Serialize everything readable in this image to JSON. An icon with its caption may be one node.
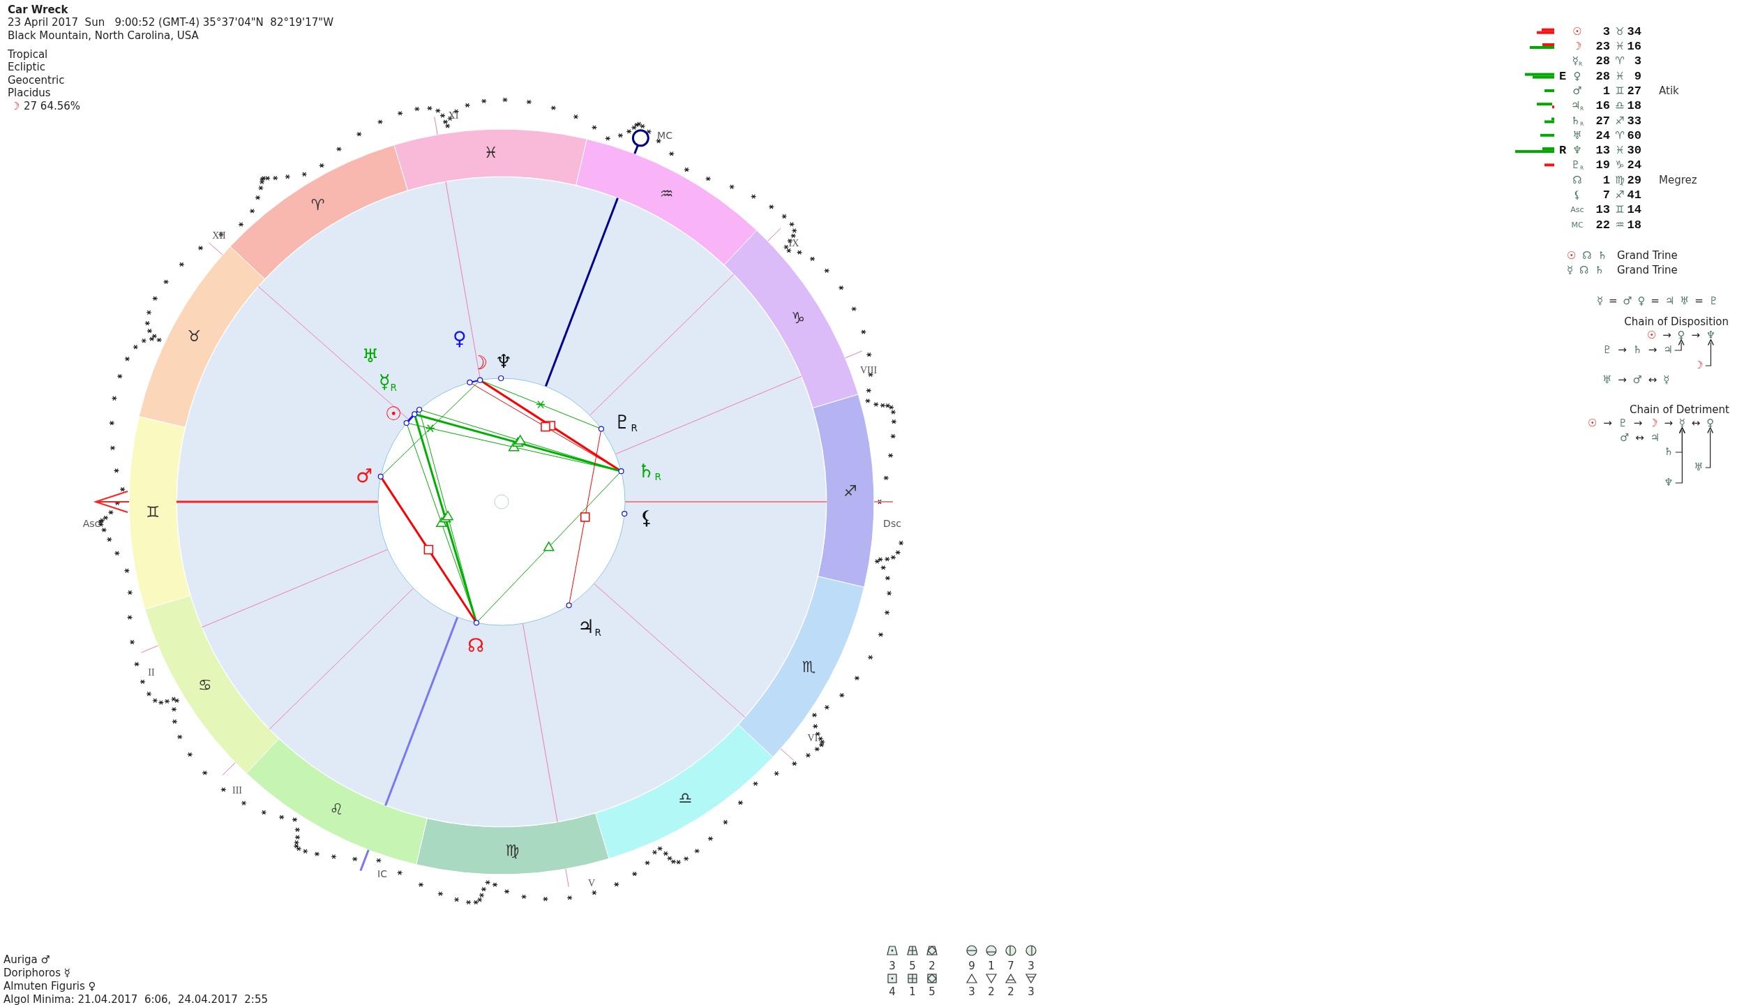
{
  "diagram": {
    "title": "Car Wreck",
    "labels": [
      "23 April 2017  Sun   9:00:52 (GMT-4) 35°37'04\"N  82°19'17\"W",
      "Black Mountain, North Carolina, USA",
      "Tropical",
      "Ecliptic",
      "Geocentric",
      "Placidus",
      "☽",
      "27 64.56%",
      "XI",
      "MC",
      "XII",
      "IX",
      "VIII",
      "Asc",
      "Dsc",
      "II",
      "VI",
      "III",
      "IC",
      "V",
      "♈",
      "♉",
      "♊",
      "♋",
      "♌",
      "♍",
      "♎",
      "♏",
      "♐",
      "♑",
      "♒",
      "♓",
      "♅",
      "♀",
      "☿$_{R}$",
      "☽",
      "♆",
      "☉",
      "♇$_{R}$",
      "♂",
      "♄$_{R}$",
      "⚸",
      "♃$_{R}$",
      "☊",
      "☉",
      "3",
      "♉",
      "34",
      "☽",
      "23",
      "♓",
      "16",
      "☿$_{R}$",
      "28",
      "♈",
      "3",
      "E",
      "♀",
      "28",
      "♓",
      "9",
      "♂",
      "1",
      "♊",
      "27",
      "Atik",
      "♃$_{R}$",
      "16",
      "♎",
      "18",
      "♄$_{R}$",
      "27",
      "♐",
      "33",
      "♅",
      "24",
      "♈",
      "60",
      "R",
      "♆",
      "13",
      "♓",
      "30",
      "♇$_{R}$",
      "19",
      "♑",
      "24",
      "☊",
      "1",
      "♍",
      "29",
      "Megrez",
      "⚸",
      "7",
      "♐",
      "41",
      "Asc",
      "13",
      "♊",
      "14",
      "MC",
      "22",
      "♒",
      "18",
      "☉ ☊ ♄",
      "Grand Trine",
      "☿ ☊ ♄",
      "Grand Trine",
      "☿ = ♂ ♀ = ♃ ♅ = ♇",
      "Chain of Disposition",
      "♅ → ♂ ↔ ☿",
      "Chain of Detriment",
      "♂ ↔ ♃",
      "Auriga ♂",
      "Doriphoros ☿",
      "Almuten Figuris ♀",
      "Algol Minima: 21.04.2017  6:06,  24.04.2017  2:55",
      "3",
      "5",
      "2",
      "9",
      "1",
      "7",
      "3",
      "4",
      "1",
      "5",
      "3",
      "2",
      "2",
      "3"
    ],
    "nodes": [
      {
        "text": [
          "☉ → ♀ → ♆"
        ]
      },
      {
        "text": [
          "♇ → ♄ → ♃"
        ]
      },
      {
        "text": [
          "☽"
        ]
      },
      {
        "text": [
          "☉ → ♇ → ☽ → ☿ ↔ ♀"
        ]
      },
      {
        "text": [
          "♄"
        ]
      },
      {
        "text": [
          "♅"
        ]
      },
      {
        "text": [
          "♆"
        ]
      }
    ],
    "edges": [
      {
        "from": 1,
        "to": 0,
        "arrow": "to"
      },
      {
        "from": 2,
        "to": 0,
        "arrow": "to"
      },
      {
        "from": 4,
        "to": 3,
        "arrow": "to"
      },
      {
        "from": 6,
        "to": 3,
        "arrow": "to"
      },
      {
        "from": 5,
        "to": 3,
        "arrow": "to"
      }
    ]
  }
}
